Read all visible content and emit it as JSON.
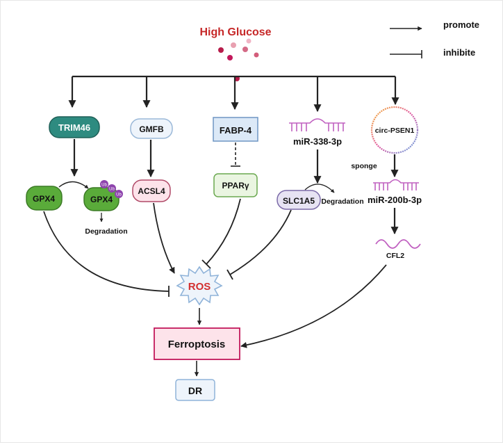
{
  "title": "High Glucose",
  "legend": {
    "promote": "promote",
    "inhibite": "inhibite"
  },
  "nodes": {
    "trim46": "TRIM46",
    "gmfb": "GMFB",
    "fabp4": "FABP-4",
    "mir338": "miR-338-3p",
    "circ": "circ-PSEN1",
    "gpx4_left": "GPX4",
    "gpx4_right": "GPX4",
    "acsl4": "ACSL4",
    "ppar": "PPARγ",
    "slc1a5": "SLC1A5",
    "sponge": "sponge",
    "mir200": "miR-200b-3p",
    "cfl2": "CFL2",
    "ros": "ROS",
    "ferroptosis": "Ferroptosis",
    "dr": "DR",
    "degradation_gpx4": "Degradation",
    "degradation_slc": "Degradation",
    "ub": "Ub"
  },
  "colors": {
    "title": "#c62828",
    "trim46_fill": "#2e8b80",
    "green_fill": "#5aab3a",
    "ros_text": "#d32f2f",
    "ferro_fill": "#fde3ea",
    "ferro_stroke": "#c2185b",
    "rna": "#c060c0",
    "ub": "#8e44ad"
  }
}
